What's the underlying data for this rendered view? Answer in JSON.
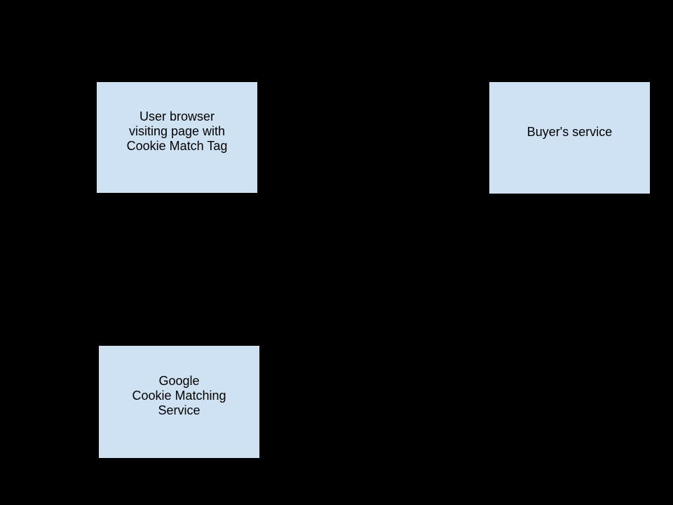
{
  "diagram": {
    "background_color": "#000000",
    "node_fill_color": "#cfe2f3",
    "node_border_color": "#000000",
    "node_text_color": "#000000",
    "nodes": [
      {
        "id": "user-browser",
        "lines": [
          "User browser",
          "visiting page with",
          "Cookie Match Tag"
        ]
      },
      {
        "id": "buyers-service",
        "lines": [
          "Buyer's service"
        ]
      },
      {
        "id": "google-cookie-matching-service",
        "lines": [
          "Google",
          "Cookie Matching",
          "Service"
        ]
      }
    ]
  }
}
